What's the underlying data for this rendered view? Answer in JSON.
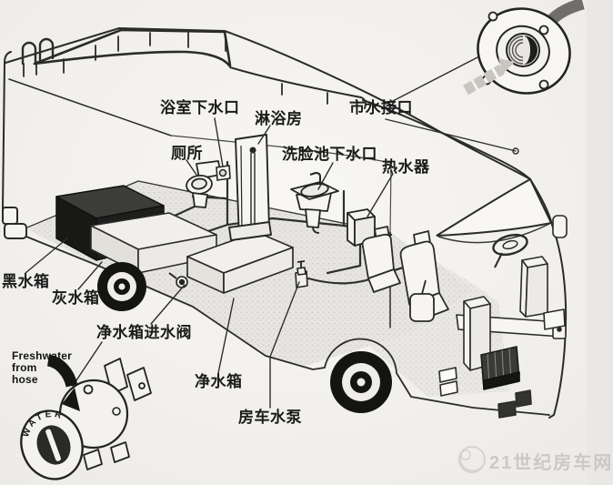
{
  "diagram": {
    "labels": {
      "bathroom_drain": "浴室下水口",
      "shower_room": "淋浴房",
      "city_water_inlet": "市水接口",
      "toilet": "厕所",
      "sink_drain": "洗脸池下水口",
      "water_heater": "热水器",
      "black_water_tank": "黑水箱",
      "gray_water_tank": "灰水箱",
      "fresh_tank_inlet_valve": "净水箱进水阀",
      "fresh_water_tank": "净水箱",
      "rv_water_pump": "房车水泵"
    },
    "fresh_fill_inset": {
      "note": [
        "Freshwater",
        "from",
        "hose"
      ],
      "cap_text": "WATER"
    },
    "watermark": "21世纪房车网",
    "colors": {
      "ink": "#2b2b2b",
      "paper": "#f5f4f1",
      "tank_black": "#1e1e1c",
      "watermark_gray": "#c9c8c5",
      "arrow_dark": "#6f6e6b",
      "arrow_light": "#c8c6c1"
    }
  }
}
